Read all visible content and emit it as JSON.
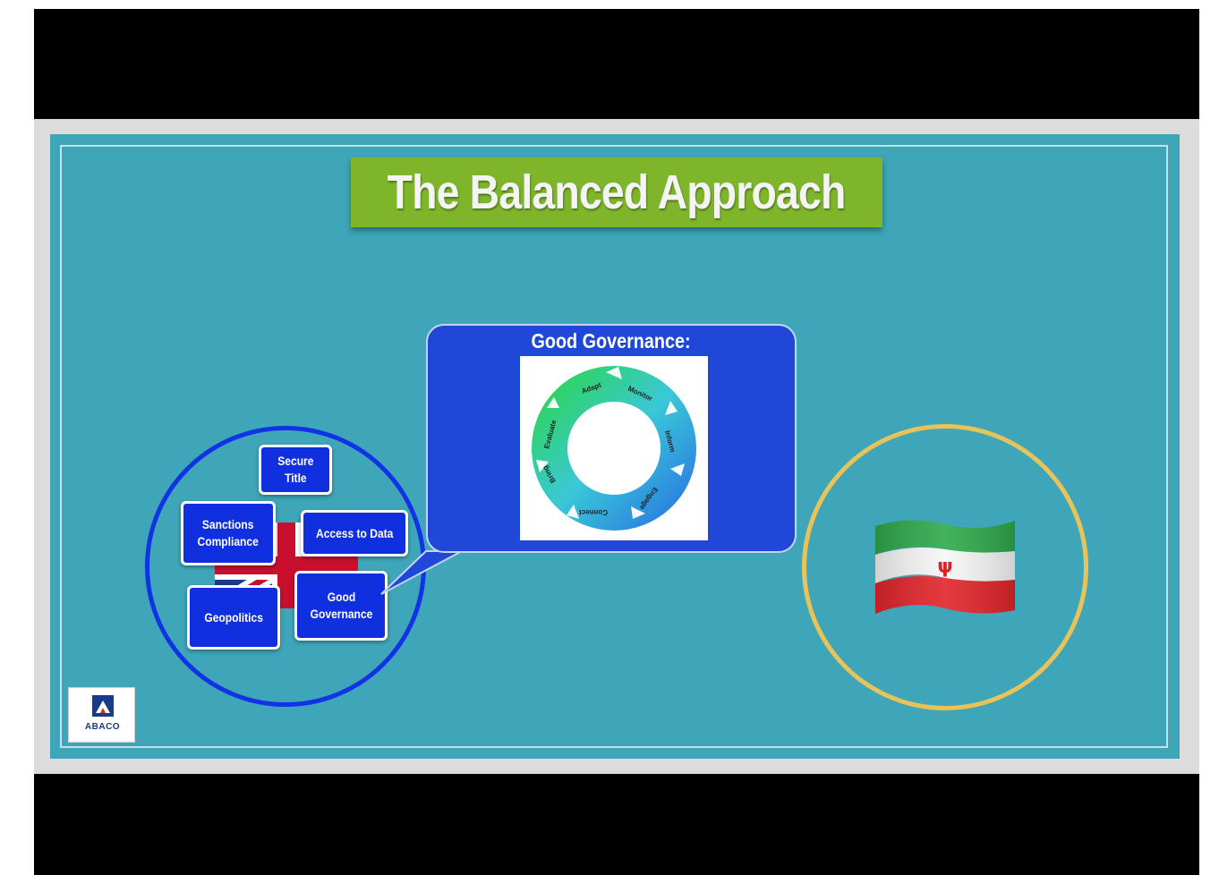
{
  "slide": {
    "title": "The Balanced Approach"
  },
  "left_cluster": {
    "buttons": [
      {
        "id": "secure-title",
        "label": "Secure\nTitle"
      },
      {
        "id": "sanctions",
        "label": "Sanctions\nCompliance"
      },
      {
        "id": "access",
        "label": "Access to Data"
      },
      {
        "id": "geopolitics",
        "label": "Geopolitics"
      },
      {
        "id": "good-governance",
        "label": "Good\nGovernance"
      }
    ]
  },
  "callout": {
    "title": "Good Governance:",
    "cycle_steps": [
      "Adapt",
      "Monitor",
      "Inform",
      "Engage",
      "Connect",
      "Bring",
      "Evaluate"
    ]
  },
  "logo": {
    "text": "ABACO"
  },
  "colors": {
    "slide_bg": "#3ea6b8",
    "title_bg": "#7eb52a",
    "button_blue": "#1030e0",
    "left_circle": "#1232e6",
    "right_circle": "#e8c35a"
  },
  "icons": [
    "uk-flag-icon",
    "iran-flag-icon",
    "abaco-logo-icon",
    "cycle-diagram-icon"
  ]
}
